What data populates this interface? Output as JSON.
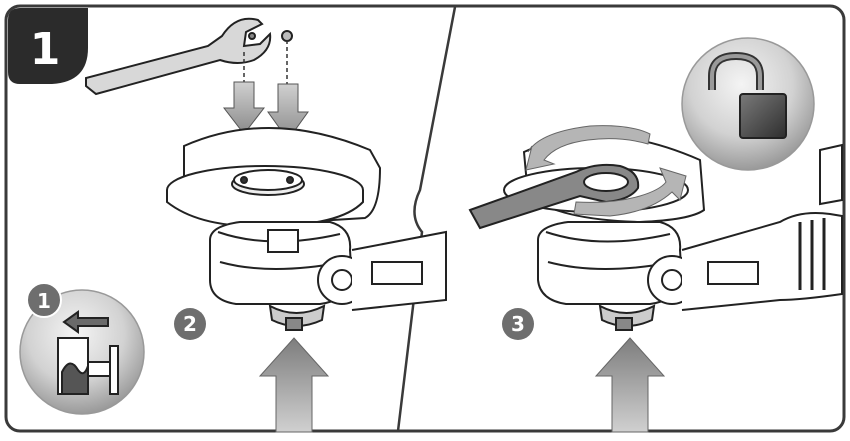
{
  "step": {
    "number": "1",
    "badge_color": "#2b2b2b"
  },
  "substeps": [
    {
      "number": "1",
      "context": "inset-icon"
    },
    {
      "number": "2",
      "context": "left-panel"
    },
    {
      "number": "3",
      "context": "right-panel"
    }
  ],
  "icons": {
    "inset": "spindle-lock-button-icon",
    "unlock": "unlocked-padlock-icon",
    "wrench": "pin-spanner-wrench",
    "rotation": "counterclockwise-rotation-arrows",
    "press": "press-up-arrow",
    "insert": "insert-down-arrows"
  },
  "colors": {
    "outline": "#222222",
    "frame": "#3a3a3a",
    "arrow_fill": "#a9a9a9",
    "badge_gray": "#6e6e6e",
    "circle_gray": "#c9c9c9",
    "lock_body": "#4a4a4a"
  }
}
